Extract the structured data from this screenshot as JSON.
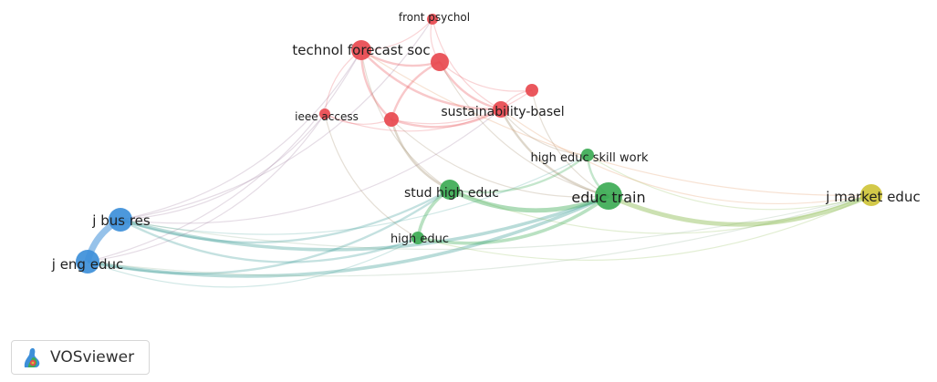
{
  "network": {
    "nodes": [
      {
        "id": "front-psychol",
        "label": "front psychol",
        "cluster": "red",
        "weight": 1
      },
      {
        "id": "technol-forecast-soc",
        "label": "technol forecast soc",
        "cluster": "red",
        "weight": 3
      },
      {
        "id": "red-unlabeled",
        "label": "",
        "cluster": "red",
        "weight": 2
      },
      {
        "id": "sustainability-basel",
        "label": "sustainability-basel",
        "cluster": "red",
        "weight": 2
      },
      {
        "id": "red-unlabeled-2",
        "label": "",
        "cluster": "red",
        "weight": 1
      },
      {
        "id": "ieee-access",
        "label": "ieee access",
        "cluster": "red",
        "weight": 1
      },
      {
        "id": "red-unlabeled-3",
        "label": "",
        "cluster": "red",
        "weight": 2
      },
      {
        "id": "high-educ-skill-work",
        "label": "high educ skill work",
        "cluster": "green",
        "weight": 1
      },
      {
        "id": "stud-high-educ",
        "label": "stud high educ",
        "cluster": "green",
        "weight": 3
      },
      {
        "id": "educ-train",
        "label": "educ train",
        "cluster": "green",
        "weight": 4
      },
      {
        "id": "high-educ",
        "label": "high educ",
        "cluster": "green",
        "weight": 1
      },
      {
        "id": "j-bus-res",
        "label": "j bus res",
        "cluster": "blue",
        "weight": 4
      },
      {
        "id": "j-eng-educ",
        "label": "j eng educ",
        "cluster": "blue",
        "weight": 4
      },
      {
        "id": "j-market-educ",
        "label": "j market educ",
        "cluster": "yellow",
        "weight": 3
      }
    ],
    "cluster_colors": {
      "red": "#e8494f",
      "green": "#3dab55",
      "blue": "#3d8fd9",
      "yellow": "#cfc43a"
    },
    "edges": [
      [
        "j-bus-res",
        "educ-train",
        3
      ],
      [
        "j-eng-educ",
        "educ-train",
        3
      ],
      [
        "j-bus-res",
        "stud-high-educ",
        2
      ],
      [
        "j-eng-educ",
        "stud-high-educ",
        2
      ],
      [
        "j-bus-res",
        "high-educ",
        2
      ],
      [
        "j-eng-educ",
        "high-educ",
        1
      ],
      [
        "j-bus-res",
        "ieee-access",
        1
      ],
      [
        "j-eng-educ",
        "ieee-access",
        1
      ],
      [
        "j-bus-res",
        "technol-forecast-soc",
        1
      ],
      [
        "j-eng-educ",
        "technol-forecast-soc",
        1
      ],
      [
        "j-bus-res",
        "sustainability-basel",
        1
      ],
      [
        "j-bus-res",
        "front-psychol",
        1
      ],
      [
        "j-bus-res",
        "j-market-educ",
        1
      ],
      [
        "j-eng-educ",
        "j-market-educ",
        1
      ],
      [
        "j-bus-res",
        "j-eng-educ",
        6
      ],
      [
        "j-bus-res",
        "high-educ-skill-work",
        1
      ],
      [
        "educ-train",
        "j-market-educ",
        4
      ],
      [
        "stud-high-educ",
        "j-market-educ",
        1
      ],
      [
        "high-educ-skill-work",
        "j-market-educ",
        1
      ],
      [
        "high-educ",
        "j-market-educ",
        1
      ],
      [
        "stud-high-educ",
        "educ-train",
        4
      ],
      [
        "stud-high-educ",
        "high-educ",
        3
      ],
      [
        "high-educ",
        "educ-train",
        3
      ],
      [
        "high-educ-skill-work",
        "educ-train",
        2
      ],
      [
        "stud-high-educ",
        "high-educ-skill-work",
        2
      ],
      [
        "technol-forecast-soc",
        "red-unlabeled",
        2
      ],
      [
        "technol-forecast-soc",
        "sustainability-basel",
        2
      ],
      [
        "technol-forecast-soc",
        "ieee-access",
        1
      ],
      [
        "technol-forecast-soc",
        "red-unlabeled-3",
        2
      ],
      [
        "technol-forecast-soc",
        "front-psychol",
        1
      ],
      [
        "red-unlabeled",
        "sustainability-basel",
        2
      ],
      [
        "red-unlabeled",
        "red-unlabeled-3",
        2
      ],
      [
        "red-unlabeled",
        "red-unlabeled-2",
        1
      ],
      [
        "red-unlabeled-3",
        "sustainability-basel",
        2
      ],
      [
        "red-unlabeled-3",
        "red-unlabeled-2",
        1
      ],
      [
        "ieee-access",
        "red-unlabeled-3",
        1
      ],
      [
        "ieee-access",
        "sustainability-basel",
        1
      ],
      [
        "front-psychol",
        "red-unlabeled",
        1
      ],
      [
        "front-psychol",
        "sustainability-basel",
        1
      ],
      [
        "red-unlabeled-2",
        "sustainability-basel",
        1
      ],
      [
        "red-unlabeled-3",
        "stud-high-educ",
        2
      ],
      [
        "red-unlabeled-3",
        "educ-train",
        1
      ],
      [
        "sustainability-basel",
        "educ-train",
        2
      ],
      [
        "red-unlabeled-2",
        "educ-train",
        1
      ],
      [
        "technol-forecast-soc",
        "stud-high-educ",
        1
      ],
      [
        "ieee-access",
        "high-educ",
        1
      ],
      [
        "sustainability-basel",
        "j-market-educ",
        1
      ],
      [
        "technol-forecast-soc",
        "j-market-educ",
        1
      ],
      [
        "red-unlabeled",
        "educ-train",
        1
      ],
      [
        "sustainability-basel",
        "high-educ-skill-work",
        1
      ]
    ]
  },
  "brand": {
    "name": "VOSviewer",
    "icon": "vosviewer-logo-icon"
  }
}
